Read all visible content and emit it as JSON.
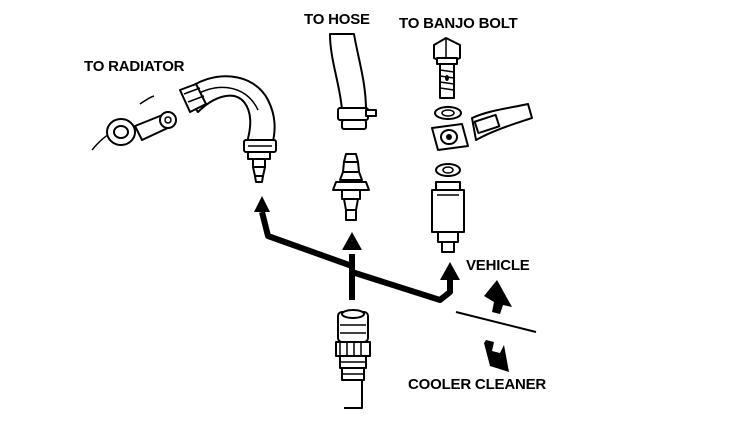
{
  "labels": {
    "to_radiator": "TO RADIATOR",
    "to_hose": "TO HOSE",
    "to_banjo_bolt": "TO BANJO BOLT",
    "vehicle": "VEHICLE",
    "cooler_cleaner": "COOLER CLEANER"
  },
  "colors": {
    "line": "#000000",
    "background": "#ffffff"
  }
}
